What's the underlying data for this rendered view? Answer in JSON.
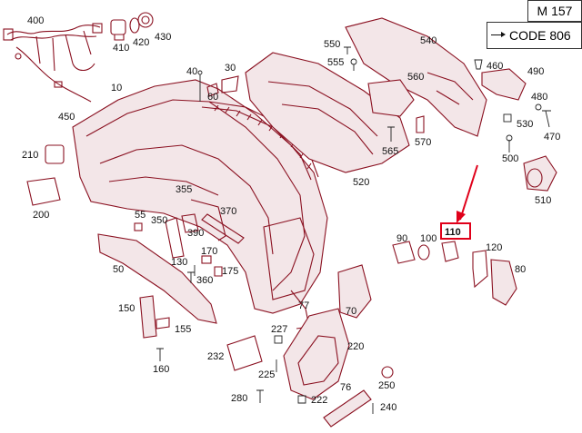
{
  "header": {
    "model": "M 157",
    "code": "CODE 806"
  },
  "highlight": {
    "part": "110",
    "color": "#e0001a"
  },
  "colors": {
    "part_stroke": "#8a1020",
    "label": "#111111"
  },
  "part_labels": [
    "400",
    "410",
    "420",
    "430",
    "450",
    "10",
    "40",
    "30",
    "60",
    "550",
    "555",
    "540",
    "460",
    "490",
    "560",
    "480",
    "530",
    "470",
    "570",
    "565",
    "500",
    "520",
    "510",
    "210",
    "200",
    "355",
    "55",
    "350",
    "370",
    "390",
    "170",
    "175",
    "130",
    "360",
    "50",
    "90",
    "100",
    "110",
    "120",
    "80",
    "150",
    "155",
    "160",
    "77",
    "70",
    "227",
    "232",
    "220",
    "225",
    "280",
    "222",
    "76",
    "250",
    "240"
  ]
}
